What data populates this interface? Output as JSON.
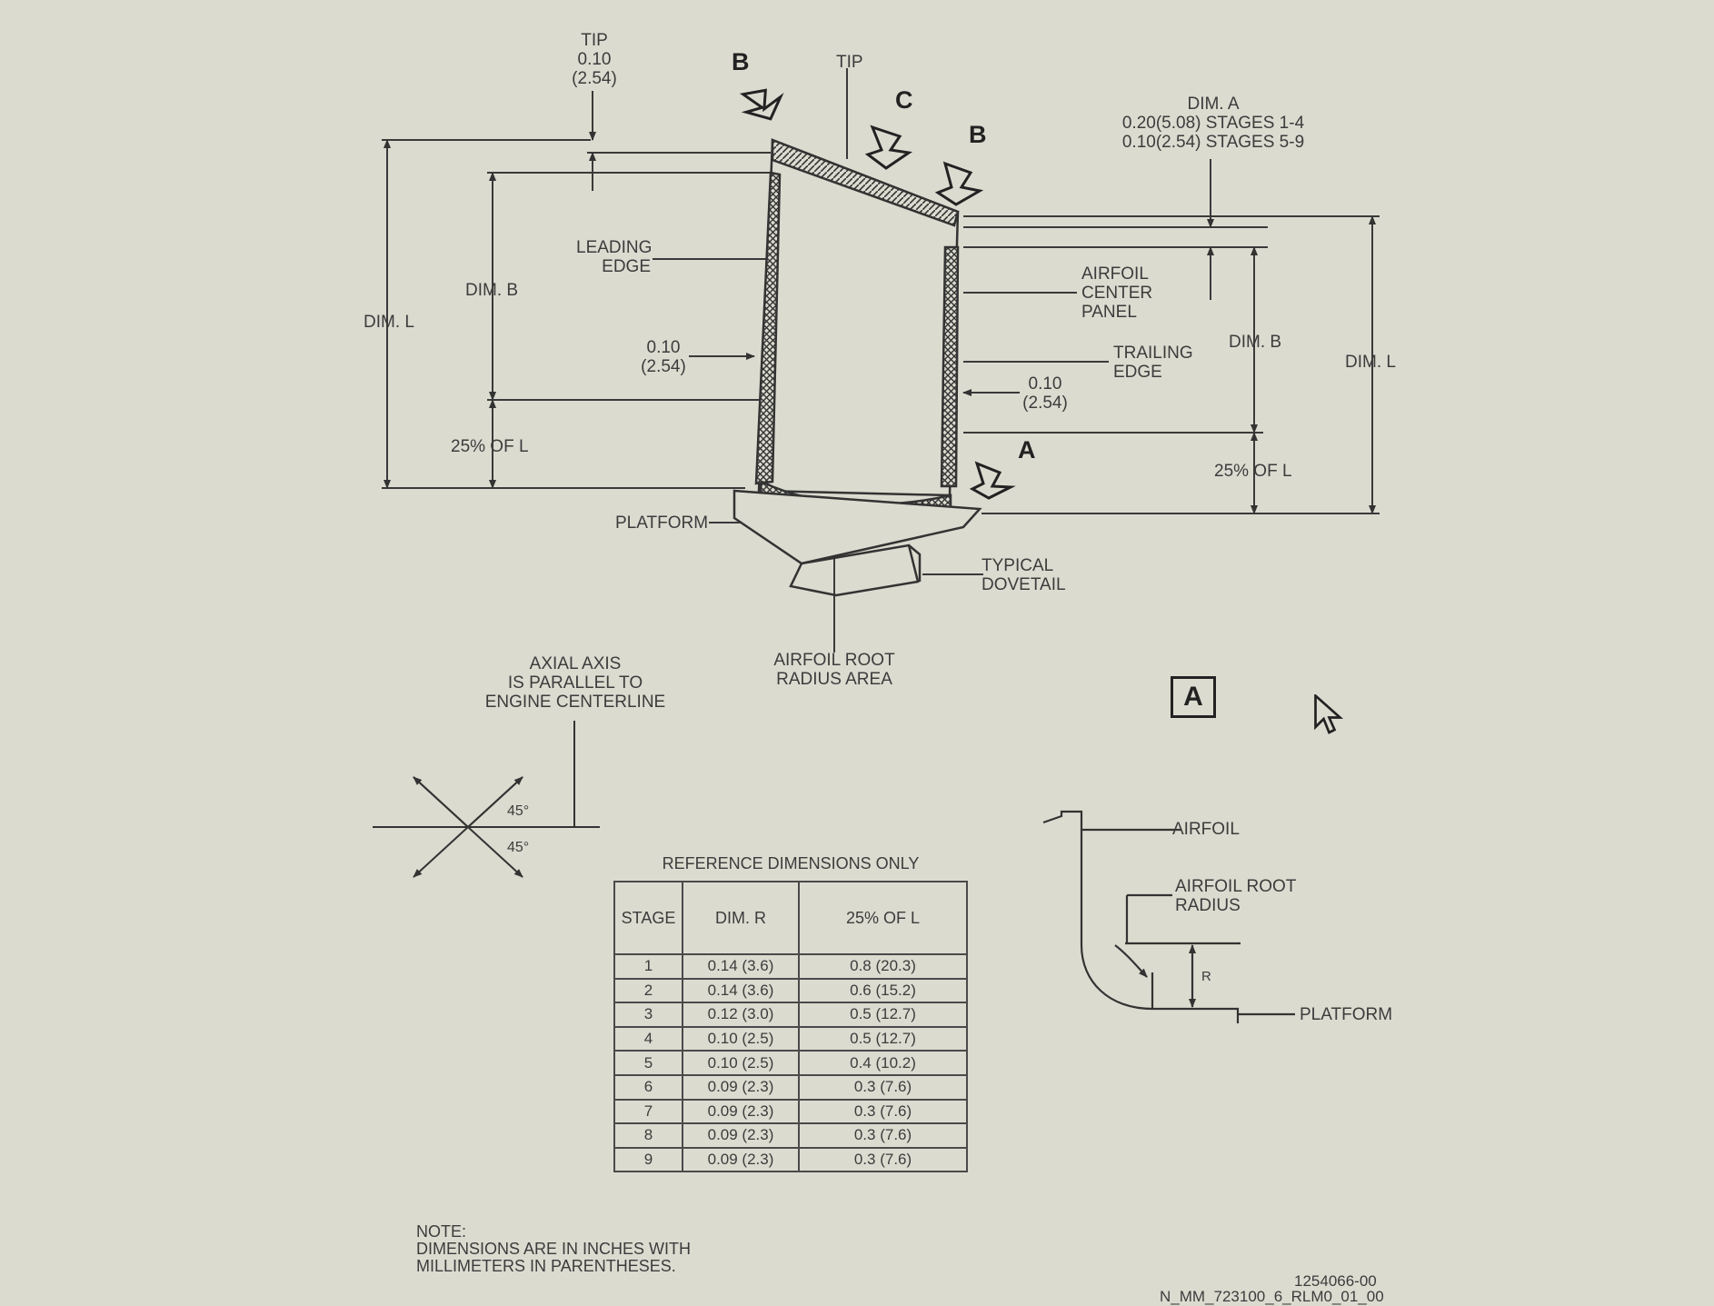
{
  "labels": {
    "tip_dim": [
      "TIP",
      "0.10",
      "(2.54)"
    ],
    "tip_line": "TIP",
    "view_b": "B",
    "view_c": "C",
    "view_a": "A",
    "dim_a": [
      "DIM. A",
      "0.20(5.08) STAGES 1-4",
      "0.10(2.54) STAGES 5-9"
    ],
    "leading_edge": [
      "LEADING",
      "EDGE"
    ],
    "dim_b": "DIM. B",
    "dim_l": "DIM. L",
    "airfoil_center_panel": [
      "AIRFOIL",
      "CENTER",
      "PANEL"
    ],
    "thickness_left": [
      "0.10",
      "(2.54)"
    ],
    "trailing_edge": [
      "TRAILING",
      "EDGE"
    ],
    "thickness_right": [
      "0.10",
      "(2.54)"
    ],
    "pct_of_l": "25% OF L",
    "platform": "PLATFORM",
    "typical_dovetail": [
      "TYPICAL",
      "DOVETAIL"
    ],
    "airfoil_root_radius_area": [
      "AIRFOIL ROOT",
      "RADIUS AREA"
    ],
    "axial_axis": [
      "AXIAL AXIS",
      "IS PARALLEL TO",
      "ENGINE CENTERLINE"
    ],
    "angle": "45°",
    "detail_box": "A",
    "detail_airfoil": "AIRFOIL",
    "detail_root_radius": [
      "AIRFOIL ROOT",
      "RADIUS"
    ],
    "detail_r": "R",
    "detail_platform": "PLATFORM",
    "note": [
      "NOTE:",
      "DIMENSIONS ARE IN INCHES WITH",
      "MILLIMETERS IN PARENTHESES."
    ],
    "drawing_number": "1254066-00",
    "drawing_id": "N_MM_723100_6_RLM0_01_00"
  },
  "table": {
    "title": "REFERENCE DIMENSIONS ONLY",
    "headers": [
      "STAGE",
      "DIM. R",
      "25% OF L"
    ],
    "rows": [
      [
        "1",
        "0.14 (3.6)",
        "0.8 (20.3)"
      ],
      [
        "2",
        "0.14 (3.6)",
        "0.6 (15.2)"
      ],
      [
        "3",
        "0.12 (3.0)",
        "0.5 (12.7)"
      ],
      [
        "4",
        "0.10 (2.5)",
        "0.5 (12.7)"
      ],
      [
        "5",
        "0.10 (2.5)",
        "0.4 (10.2)"
      ],
      [
        "6",
        "0.09 (2.3)",
        "0.3 (7.6)"
      ],
      [
        "7",
        "0.09 (2.3)",
        "0.3 (7.6)"
      ],
      [
        "8",
        "0.09 (2.3)",
        "0.3 (7.6)"
      ],
      [
        "9",
        "0.09 (2.3)",
        "0.3 (7.6)"
      ]
    ]
  }
}
